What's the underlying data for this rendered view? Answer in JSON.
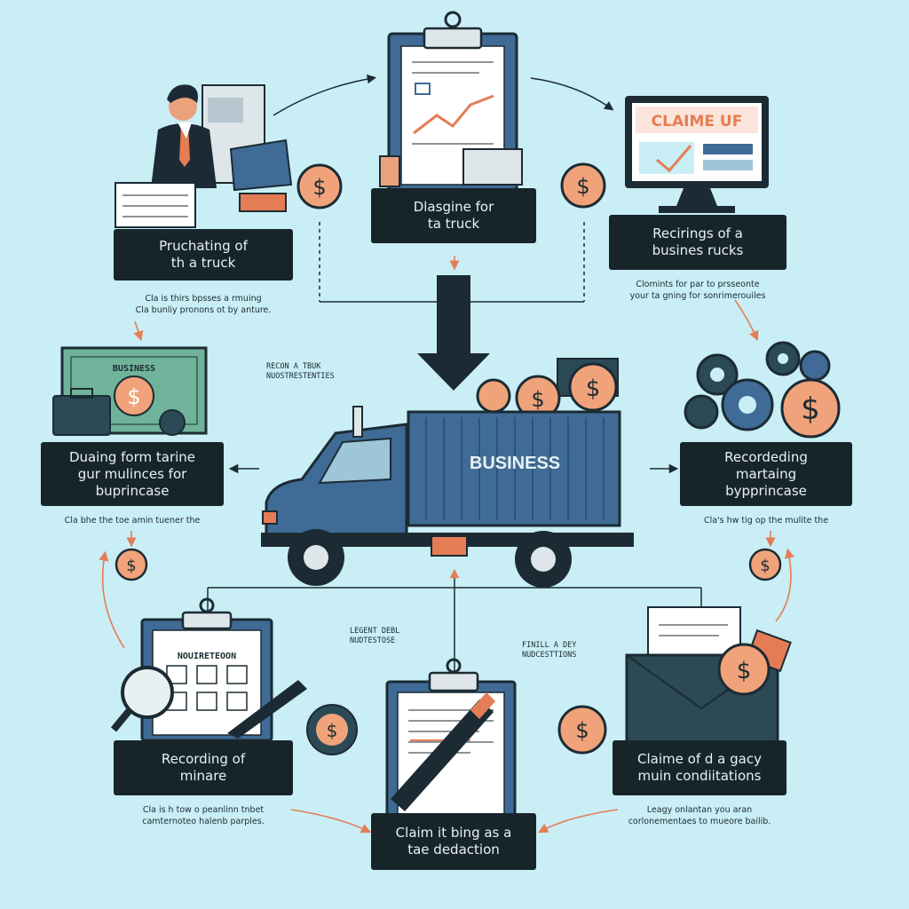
{
  "colors": {
    "background": "#c9eef5",
    "label_box": "#17252b",
    "truck_blue": "#3f6b96",
    "coin": "#f0a37a",
    "arrow": "#e47d55"
  },
  "center": {
    "truck_text": "BUSINESS",
    "top_note": [
      "RECON A TBUK",
      "NUOSTRESTENTIES"
    ],
    "bottom_left_note": [
      "LEGENT DEBL",
      "NUDTESTOSE"
    ],
    "bottom_right_note": [
      "FINILL A DEY",
      "NUDCESTTIONS"
    ]
  },
  "steps": {
    "purchasing": {
      "label": [
        "Pruchating of",
        "th a truck"
      ],
      "caption": [
        "Cla is thirs bpsses a rmuing",
        "Cla bunliy pronons ot by anture."
      ]
    },
    "designing": {
      "label": [
        "Dlasgine for",
        "ta truck"
      ]
    },
    "receiving": {
      "label": [
        "Recirings of a",
        "busines rucks"
      ],
      "screen_text": "CLAIME UF",
      "caption": [
        "Clomints for par to prsseonte",
        "your ta gning for sonrimerouiles"
      ]
    },
    "during": {
      "label": [
        "Duaing form tarine",
        "gur mulinces for",
        "buprincase"
      ],
      "bill_text": "BUSINESS",
      "caption": "Cla bhe the toe amin tuener the"
    },
    "recordering": {
      "label": [
        "Recordeding",
        "martaing",
        "bypprincase"
      ],
      "caption": "Cla's hw tig op the mulite the"
    },
    "recording_mileage": {
      "label": [
        "Recording of",
        "minare"
      ],
      "clipboard_text": "NOUIRETEOON",
      "caption": [
        "Cla is h tow o peanlinn tnbet",
        "camternoteo halenb parples."
      ]
    },
    "claim_deduction": {
      "label": [
        "Claim it bing as a",
        "tae dedaction"
      ]
    },
    "claim_conditions": {
      "label": [
        "Claime of d a gacy",
        "muin condiitations"
      ],
      "caption": [
        "Leagy onlantan you aran",
        "corlonementaes to mueore bailib."
      ]
    }
  }
}
